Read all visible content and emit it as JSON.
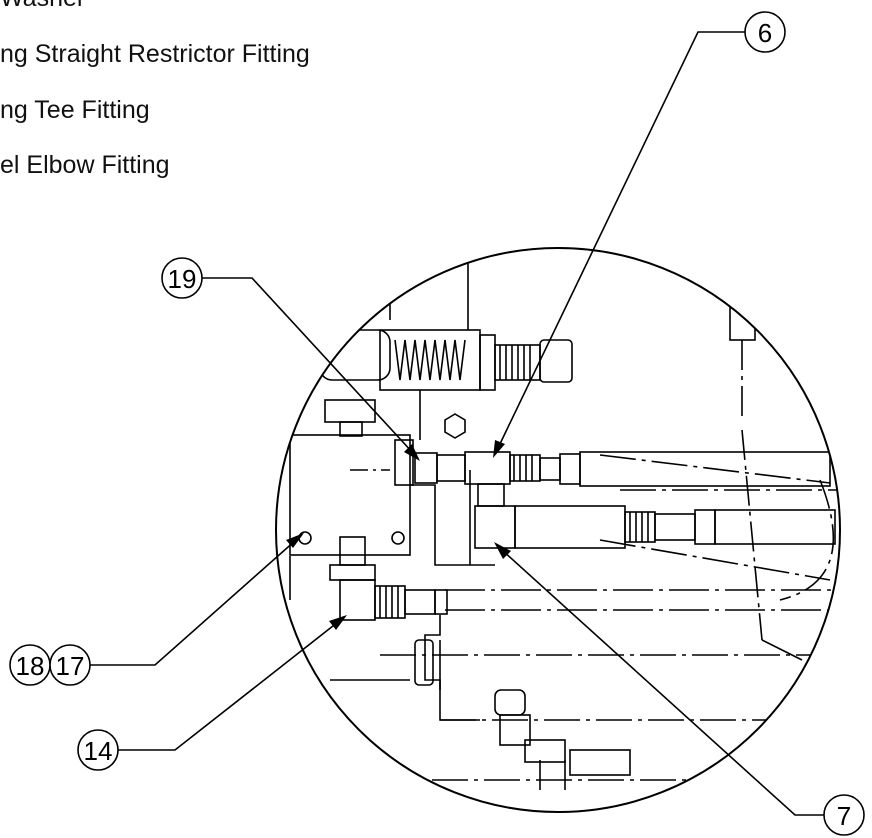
{
  "legend": [
    "Washer",
    "ng Straight Restrictor Fitting",
    "ng Tee Fitting",
    "el Elbow Fitting"
  ],
  "callouts": {
    "c6": "6",
    "c7": "7",
    "c14": "14",
    "c17": "17",
    "c18": "18",
    "c19": "19"
  }
}
